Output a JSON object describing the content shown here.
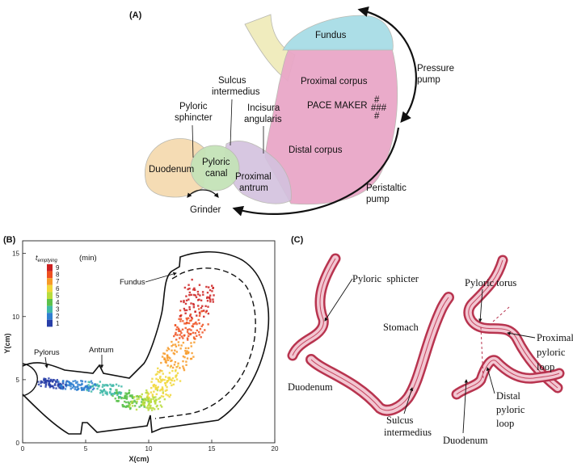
{
  "panelA": {
    "tag": "(A)",
    "fundus": "Fundus",
    "proximal_corpus": "Proximal corpus",
    "pacemaker": "PACE MAKER",
    "hash1": "#",
    "hash2": "###",
    "hash3": "#",
    "distal_corpus": "Distal corpus",
    "pressure1": "Pressure",
    "pressure2": "pump",
    "peristaltic1": "Peristaltic",
    "peristaltic2": "pump",
    "sulcus1": "Sulcus",
    "sulcus2": "intermedius",
    "incisura1": "Incisura",
    "incisura2": "angularis",
    "pylsph1": "Pyloric",
    "pylsph2": "sphincter",
    "duodenum": "Duodenum",
    "pylcanal1": "Pyloric",
    "pylcanal2": "canal",
    "proxantrum1": "Proximal",
    "proxantrum2": "antrum",
    "grinder": "Grinder",
    "colors": {
      "fundus": "#a8dde6",
      "corpus": "#e9a7c8",
      "antrum": "#d3c2de",
      "canal": "#c5e3b8",
      "duodenum": "#f5dcb4",
      "esoph": "#f0ecbe"
    }
  },
  "panelB": {
    "tag": "(B)",
    "legend_title": "t",
    "legend_sub": "emptying",
    "legend_unit": "(min)",
    "fundus": "Fundus",
    "antrum": "Antrum",
    "pylorus": "Pylorus",
    "legend_colors": [
      "#cc2020",
      "#ee5020",
      "#f79a28",
      "#f1d73a",
      "#b8dc3c",
      "#5cc24c",
      "#40b9a8",
      "#2f7fd0",
      "#283ea8"
    ],
    "chart_data": {
      "type": "scatter",
      "xlabel": "X(cm)",
      "ylabel": "Y(cm)",
      "x_ticks": [
        "0",
        "5",
        "10",
        "15",
        "20"
      ],
      "y_ticks": [
        "0",
        "5",
        "10",
        "15"
      ],
      "xlim": [
        0,
        20
      ],
      "ylim": [
        0,
        16
      ],
      "legend_levels": [
        "9",
        "8",
        "7",
        "6",
        "5",
        "4",
        "3",
        "2",
        "1"
      ]
    }
  },
  "panelC": {
    "tag": "(C)",
    "pylsph": "Pyloric  sphicter",
    "stomach": "Stomach",
    "duodenum": "Duodenum",
    "sulcus1": "Sulcus",
    "sulcus2": "intermedius",
    "torus": "Pyloric torus",
    "proximal1": "Proximal",
    "proximal2": "pyloric",
    "proximal3": "loop",
    "distal1": "Distal",
    "distal2": "pyloric",
    "distal3": "loop",
    "duodenum2": "Duodenum"
  }
}
